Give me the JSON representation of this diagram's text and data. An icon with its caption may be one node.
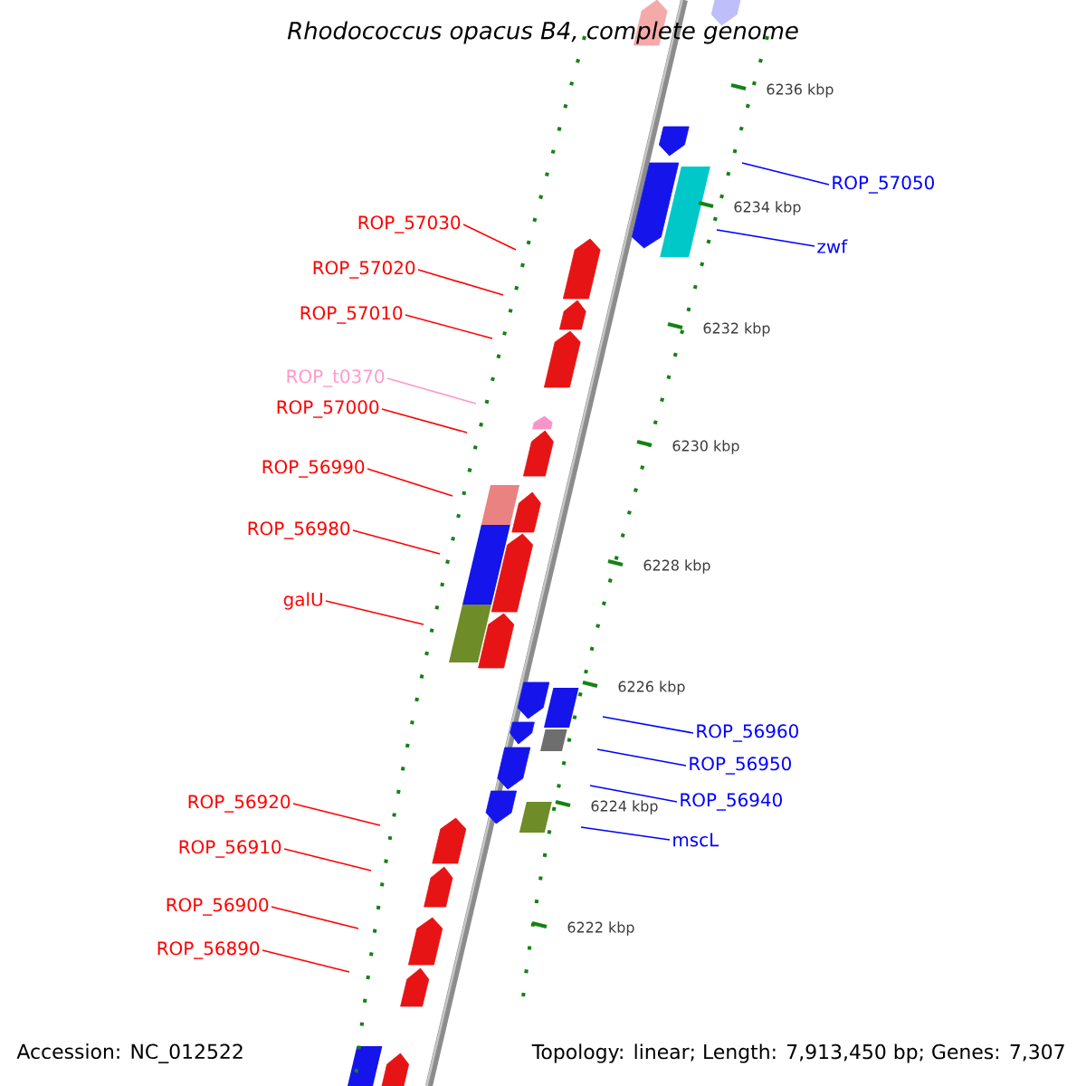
{
  "diagram": {
    "title": "Rhodococcus opacus B4, complete genome",
    "nodes": [
      {
        "text": [
          "ROP_57050"
        ]
      },
      {
        "text": [
          "ROP_57030"
        ]
      },
      {
        "text": [
          "zwf"
        ]
      },
      {
        "text": [
          "ROP_57020"
        ]
      },
      {
        "text": [
          "ROP_57010"
        ]
      },
      {
        "text": [
          "ROP_t0370"
        ]
      },
      {
        "text": [
          "ROP_57000"
        ]
      },
      {
        "text": [
          "ROP_56990"
        ]
      },
      {
        "text": [
          "ROP_56980"
        ]
      },
      {
        "text": [
          "galU"
        ]
      },
      {
        "text": [
          "ROP_56960"
        ]
      },
      {
        "text": [
          "ROP_56950"
        ]
      },
      {
        "text": [
          "ROP_56940"
        ]
      },
      {
        "text": [
          "ROP_56920"
        ]
      },
      {
        "text": [
          "mscL"
        ]
      },
      {
        "text": [
          "ROP_56910"
        ]
      },
      {
        "text": [
          "ROP_56900"
        ]
      },
      {
        "text": [
          "ROP_56890"
        ]
      }
    ],
    "edges": [
      {
        "from": 0,
        "to": null,
        "arrow": "none",
        "color": "#0000ff"
      },
      {
        "from": 1,
        "to": null,
        "arrow": "none"
      },
      {
        "from": 2,
        "to": null,
        "arrow": "none",
        "color": "#0000ff"
      },
      {
        "from": 3,
        "to": null,
        "arrow": "none"
      },
      {
        "from": 4,
        "to": null,
        "arrow": "none"
      },
      {
        "from": 5,
        "to": null,
        "arrow": "none",
        "color": "#ff99cc"
      },
      {
        "from": 6,
        "to": null,
        "arrow": "none"
      },
      {
        "from": 7,
        "to": null,
        "arrow": "none"
      },
      {
        "from": 8,
        "to": null,
        "arrow": "none"
      },
      {
        "from": 9,
        "to": null,
        "arrow": "none"
      },
      {
        "from": 10,
        "to": null,
        "arrow": "none",
        "color": "#0000ff"
      },
      {
        "from": 11,
        "to": null,
        "arrow": "none",
        "color": "#0000ff"
      },
      {
        "from": 12,
        "to": null,
        "arrow": "none",
        "color": "#0000ff"
      },
      {
        "from": 13,
        "to": null,
        "arrow": "none"
      },
      {
        "from": 14,
        "to": null,
        "arrow": "none",
        "color": "#0000ff"
      },
      {
        "from": 15,
        "to": null,
        "arrow": "none"
      },
      {
        "from": 16,
        "to": null,
        "arrow": "none"
      },
      {
        "from": 17,
        "to": null,
        "arrow": "none"
      }
    ],
    "labels": [
      "6236 kbp",
      "6234 kbp",
      "6232 kbp",
      "6230 kbp",
      "6228 kbp",
      "6226 kbp",
      "6224 kbp",
      "6222 kbp",
      "Accession: NC_012522",
      "Topology: linear; Length: 7,913,450 bp; Genes: 7,307"
    ]
  }
}
